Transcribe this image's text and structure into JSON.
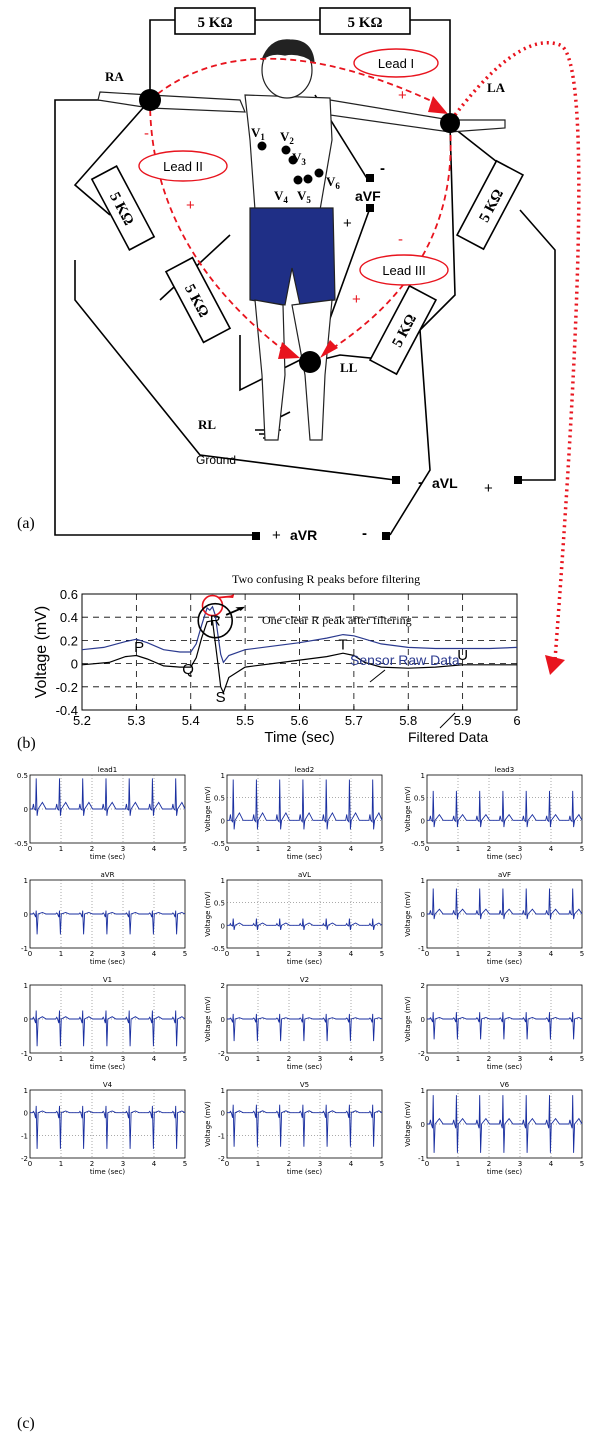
{
  "panel_a": {
    "label": "(a)",
    "resistor_label": "5 KΩ",
    "nodes": {
      "ra": "RA",
      "la": "LA",
      "ll": "LL",
      "rl": "RL",
      "ground": "Ground"
    },
    "leads": {
      "lead1": "Lead I",
      "lead2": "Lead II",
      "lead3": "Lead III"
    },
    "augmented": {
      "avf": "aVF",
      "avl": "aVL",
      "avr": "aVR"
    },
    "electrodes": [
      {
        "main": "V",
        "sub": "1"
      },
      {
        "main": "V",
        "sub": "2"
      },
      {
        "main": "V",
        "sub": "3"
      },
      {
        "main": "V",
        "sub": "4"
      },
      {
        "main": "V",
        "sub": "5"
      },
      {
        "main": "V",
        "sub": "6"
      }
    ],
    "plus": "+",
    "minus": "-"
  },
  "panel_b": {
    "label": "(b)",
    "annotations": {
      "two_peaks": "Two confusing R peaks before filtering",
      "one_peak": "One clear R peak after filtering",
      "raw_series": "Sensor Raw Data",
      "filtered_series": "Filtered Data",
      "R": "R",
      "P": "P",
      "Q": "Q",
      "S": "S",
      "T": "T",
      "U": "U"
    },
    "colors": {
      "raw": "#2b3a8f",
      "filtered": "#000000",
      "arrow": "#e8141e"
    }
  },
  "panel_c": {
    "label": "(c)"
  },
  "chart_data": [
    {
      "type": "line",
      "xlabel": "Time (sec)",
      "ylabel": "Voltage (mV)",
      "xlim": [
        5.2,
        6
      ],
      "ylim": [
        -0.4,
        0.6
      ],
      "xticks": [
        "5.2",
        "5.3",
        "5.4",
        "5.5",
        "5.6",
        "5.7",
        "5.8",
        "5.9",
        "6"
      ],
      "yticks": [
        "-0.4",
        "-0.2",
        "0",
        "0.2",
        "0.4",
        "0.6"
      ],
      "grid": true,
      "series": [
        {
          "name": "Sensor Raw Data",
          "x": [
            5.2,
            5.24,
            5.28,
            5.3,
            5.32,
            5.35,
            5.38,
            5.4,
            5.41,
            5.42,
            5.43,
            5.435,
            5.44,
            5.445,
            5.45,
            5.455,
            5.46,
            5.47,
            5.5,
            5.55,
            5.6,
            5.65,
            5.68,
            5.7,
            5.75,
            5.8,
            5.85,
            5.9,
            5.95,
            6.0
          ],
          "y": [
            0.12,
            0.14,
            0.19,
            0.21,
            0.18,
            0.12,
            0.1,
            0.1,
            0.17,
            0.33,
            0.48,
            0.46,
            0.49,
            0.42,
            0.25,
            0.08,
            0.01,
            0.07,
            0.12,
            0.15,
            0.18,
            0.22,
            0.25,
            0.24,
            0.17,
            0.14,
            0.13,
            0.13,
            0.13,
            0.14
          ]
        },
        {
          "name": "Filtered Data",
          "x": [
            5.2,
            5.25,
            5.28,
            5.3,
            5.32,
            5.35,
            5.38,
            5.4,
            5.41,
            5.42,
            5.43,
            5.44,
            5.45,
            5.455,
            5.46,
            5.47,
            5.5,
            5.55,
            5.6,
            5.65,
            5.68,
            5.7,
            5.72,
            5.75,
            5.8,
            5.85,
            5.9,
            5.95,
            6.0
          ],
          "y": [
            -0.01,
            0.01,
            0.06,
            0.07,
            0.04,
            -0.02,
            -0.03,
            -0.03,
            0.05,
            0.22,
            0.36,
            0.37,
            0.0,
            -0.2,
            -0.25,
            -0.12,
            -0.03,
            0.0,
            0.03,
            0.06,
            0.09,
            0.07,
            0.01,
            -0.03,
            -0.04,
            -0.03,
            -0.01,
            -0.01,
            -0.01
          ]
        }
      ]
    },
    {
      "type": "line",
      "layout": "4x3",
      "xlabel": "time (sec)",
      "ylabel": "Voltage (mV)",
      "xlim": [
        0,
        5
      ],
      "xticks": [
        "0",
        "1",
        "2",
        "3",
        "4",
        "5"
      ],
      "grid": true,
      "beat_times": [
        0.2,
        0.95,
        1.7,
        2.45,
        3.2,
        3.95,
        4.7
      ],
      "panels": [
        {
          "title": "lead1",
          "ylim": [
            -0.5,
            0.5
          ],
          "yticks": [
            "0.5",
            "0",
            "-0.5"
          ],
          "peak": 0.45,
          "trough": -0.1
        },
        {
          "title": "lead2",
          "ylim": [
            -0.5,
            1
          ],
          "yticks": [
            "1",
            "0.5",
            "0",
            "-0.5"
          ],
          "peak": 0.9,
          "trough": -0.2
        },
        {
          "title": "lead3",
          "ylim": [
            -0.5,
            1
          ],
          "yticks": [
            "1",
            "0.5",
            "0",
            "-0.5"
          ],
          "peak": 0.65,
          "trough": -0.15
        },
        {
          "title": "aVR",
          "ylim": [
            -1,
            1
          ],
          "yticks": [
            "1",
            "0",
            "-1"
          ],
          "peak": 0.1,
          "trough": -0.6
        },
        {
          "title": "aVL",
          "ylim": [
            -0.5,
            1
          ],
          "yticks": [
            "1",
            "0.5",
            "0",
            "-0.5"
          ],
          "peak": 0.15,
          "trough": -0.1
        },
        {
          "title": "aVF",
          "ylim": [
            -1,
            1
          ],
          "yticks": [
            "1",
            "0",
            "-1"
          ],
          "peak": 0.75,
          "trough": -0.15
        },
        {
          "title": "V1",
          "ylim": [
            -1,
            1
          ],
          "yticks": [
            "1",
            "0",
            "-1"
          ],
          "peak": 0.25,
          "trough": -0.8
        },
        {
          "title": "V2",
          "ylim": [
            -2,
            2
          ],
          "yticks": [
            "2",
            "0",
            "-2"
          ],
          "peak": 0.3,
          "trough": -1.3
        },
        {
          "title": "V3",
          "ylim": [
            -2,
            2
          ],
          "yticks": [
            "2",
            "0",
            "-2"
          ],
          "peak": 0.4,
          "trough": -1.2
        },
        {
          "title": "V4",
          "ylim": [
            -2,
            1
          ],
          "yticks": [
            "1",
            "0",
            "-1",
            "-2"
          ],
          "peak": 0.3,
          "trough": -1.6
        },
        {
          "title": "V5",
          "ylim": [
            -2,
            1
          ],
          "yticks": [
            "1",
            "0",
            "-1",
            "-2"
          ],
          "peak": 0.35,
          "trough": -1.5
        },
        {
          "title": "V6",
          "ylim": [
            -1,
            1
          ],
          "yticks": [
            "1",
            "0",
            "-1"
          ],
          "peak": 0.85,
          "trough": -0.85
        }
      ]
    }
  ]
}
